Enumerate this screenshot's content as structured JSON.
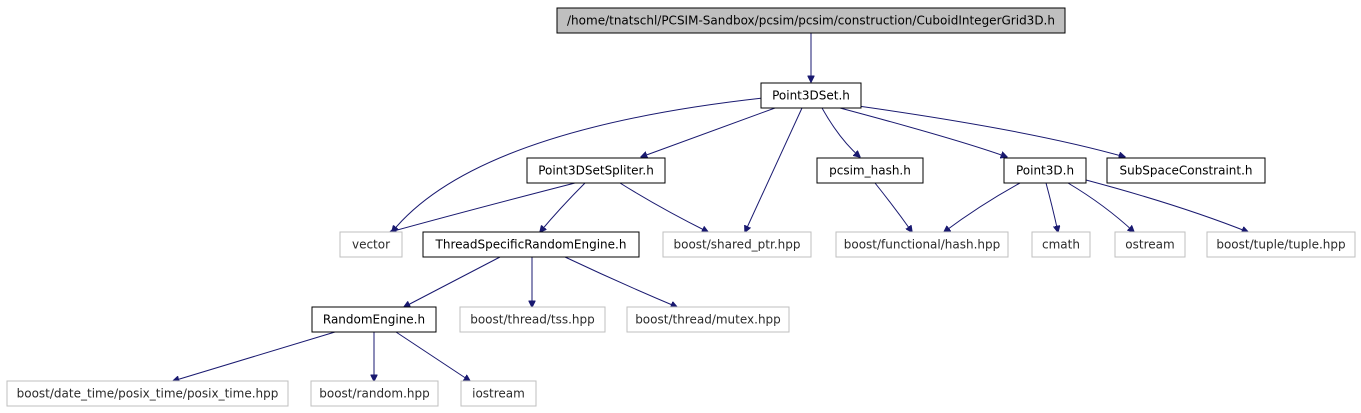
{
  "diagram": {
    "type": "include-dependency-graph",
    "colors": {
      "root_fill": "#bfbfbf",
      "node_border": "#000000",
      "external_border": "#bfbfbf",
      "edge": "#191970"
    },
    "nodes": [
      {
        "id": "root",
        "label": "/home/tnatschl/PCSIM-Sandbox/pcsim/pcsim/construction/CuboidIntegerGrid3D.h",
        "kind": "root"
      },
      {
        "id": "point3dset",
        "label": "Point3DSet.h",
        "kind": "local"
      },
      {
        "id": "spliter",
        "label": "Point3DSetSpliter.h",
        "kind": "local"
      },
      {
        "id": "pcsimhash",
        "label": "pcsim_hash.h",
        "kind": "local"
      },
      {
        "id": "point3d",
        "label": "Point3D.h",
        "kind": "local"
      },
      {
        "id": "subspace",
        "label": "SubSpaceConstraint.h",
        "kind": "local"
      },
      {
        "id": "vector",
        "label": "vector",
        "kind": "external"
      },
      {
        "id": "tsre",
        "label": "ThreadSpecificRandomEngine.h",
        "kind": "local"
      },
      {
        "id": "sharedptr",
        "label": "boost/shared_ptr.hpp",
        "kind": "external"
      },
      {
        "id": "funchash",
        "label": "boost/functional/hash.hpp",
        "kind": "external"
      },
      {
        "id": "cmath",
        "label": "cmath",
        "kind": "external"
      },
      {
        "id": "ostream",
        "label": "ostream",
        "kind": "external"
      },
      {
        "id": "tuple",
        "label": "boost/tuple/tuple.hpp",
        "kind": "external"
      },
      {
        "id": "randomengine",
        "label": "RandomEngine.h",
        "kind": "local"
      },
      {
        "id": "tss",
        "label": "boost/thread/tss.hpp",
        "kind": "external"
      },
      {
        "id": "mutex",
        "label": "boost/thread/mutex.hpp",
        "kind": "external"
      },
      {
        "id": "posixtime",
        "label": "boost/date_time/posix_time/posix_time.hpp",
        "kind": "external"
      },
      {
        "id": "random",
        "label": "boost/random.hpp",
        "kind": "external"
      },
      {
        "id": "iostream",
        "label": "iostream",
        "kind": "external"
      }
    ],
    "edges": [
      {
        "from": "root",
        "to": "point3dset"
      },
      {
        "from": "point3dset",
        "to": "vector"
      },
      {
        "from": "point3dset",
        "to": "spliter"
      },
      {
        "from": "point3dset",
        "to": "sharedptr"
      },
      {
        "from": "point3dset",
        "to": "pcsimhash"
      },
      {
        "from": "point3dset",
        "to": "point3d"
      },
      {
        "from": "point3dset",
        "to": "subspace"
      },
      {
        "from": "spliter",
        "to": "vector"
      },
      {
        "from": "spliter",
        "to": "tsre"
      },
      {
        "from": "spliter",
        "to": "sharedptr"
      },
      {
        "from": "pcsimhash",
        "to": "funchash"
      },
      {
        "from": "point3d",
        "to": "funchash"
      },
      {
        "from": "point3d",
        "to": "cmath"
      },
      {
        "from": "point3d",
        "to": "ostream"
      },
      {
        "from": "point3d",
        "to": "tuple"
      },
      {
        "from": "tsre",
        "to": "randomengine"
      },
      {
        "from": "tsre",
        "to": "tss"
      },
      {
        "from": "tsre",
        "to": "mutex"
      },
      {
        "from": "randomengine",
        "to": "posixtime"
      },
      {
        "from": "randomengine",
        "to": "random"
      },
      {
        "from": "randomengine",
        "to": "iostream"
      }
    ]
  }
}
